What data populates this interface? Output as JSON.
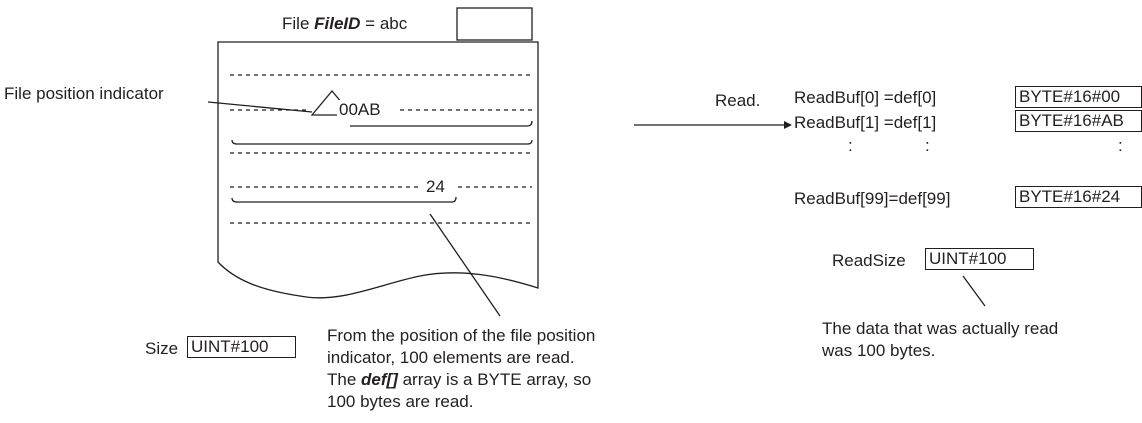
{
  "file": {
    "label": "File",
    "id_name": "FileID",
    "equals": "= abc",
    "data_top": "00AB",
    "data_bottom": "24"
  },
  "file_position_indicator": {
    "label": "File position indicator"
  },
  "read": {
    "label": "Read.",
    "rows": [
      {
        "expr": "ReadBuf[0] =def[0]",
        "value": "BYTE#16#00"
      },
      {
        "expr": "ReadBuf[1] =def[1]",
        "value": "BYTE#16#AB"
      },
      {
        "expr": "ReadBuf[99]=def[99]",
        "value": "BYTE#16#24"
      }
    ],
    "ellipsis": ":"
  },
  "read_size": {
    "label": "ReadSize",
    "value": "UINT#100",
    "note_lines": [
      "The data that was actually read",
      "was 100 bytes."
    ]
  },
  "size": {
    "label": "Size",
    "value": "UINT#100"
  },
  "note": {
    "line1": "From the position of the file position",
    "line2": "indicator, 100 elements are read.",
    "line3_pre": "The ",
    "line3_em": "def[]",
    "line3_post": " array is a BYTE array, so",
    "line4": "100 bytes are read."
  },
  "colors": {
    "ink": "#231f20",
    "background": "#ffffff"
  }
}
